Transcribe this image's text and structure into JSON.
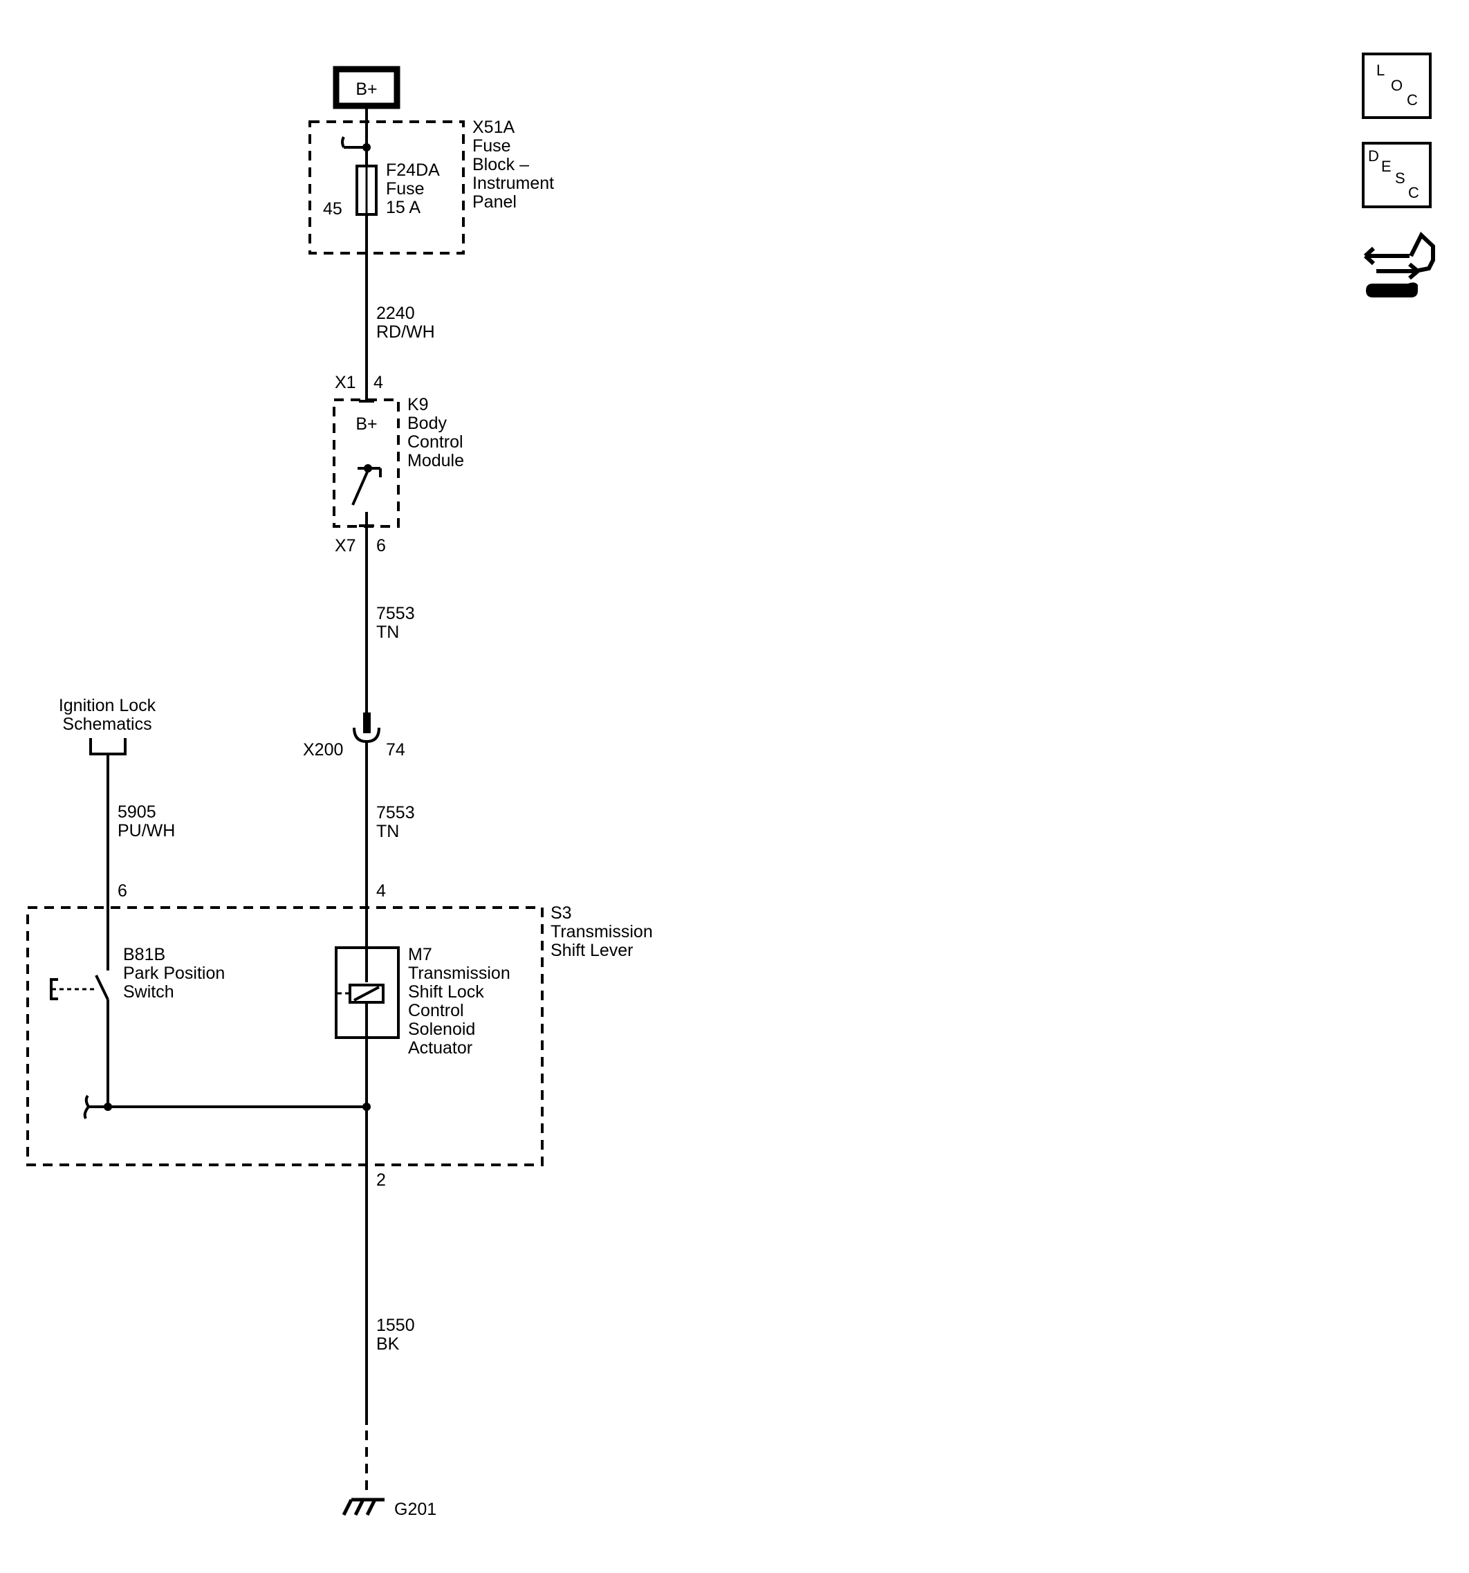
{
  "power": {
    "label": "B+"
  },
  "fuse_block": {
    "id": "X51A",
    "name_lines": [
      "Fuse",
      "Block –",
      "Instrument",
      "Panel"
    ],
    "fuse_id": "F24DA",
    "fuse_name": "Fuse",
    "fuse_rating": "15 A",
    "pin": "45"
  },
  "wire_2240": {
    "circuit": "2240",
    "color": "RD/WH"
  },
  "bcm": {
    "id": "K9",
    "name_lines": [
      "Body",
      "Control",
      "Module"
    ],
    "inner_label": "B+",
    "conn_in": "X1",
    "pin_in": "4",
    "conn_out": "X7",
    "pin_out": "6"
  },
  "wire_7553_upper": {
    "circuit": "7553",
    "color": "TN"
  },
  "inline_connector": {
    "id": "X200",
    "pin": "74"
  },
  "wire_7553_lower": {
    "circuit": "7553",
    "color": "TN"
  },
  "ignition_ref": {
    "lines": [
      "Ignition Lock",
      "Schematics"
    ]
  },
  "wire_5905": {
    "circuit": "5905",
    "color": "PU/WH"
  },
  "shift_lever": {
    "id": "S3",
    "name_lines": [
      "Transmission",
      "Shift Lever"
    ],
    "pin_switch": "6",
    "pin_solenoid": "4",
    "pin_ground": "2"
  },
  "park_switch": {
    "id": "B81B",
    "name_lines": [
      "Park Position",
      "Switch"
    ]
  },
  "solenoid": {
    "id": "M7",
    "name_lines": [
      "Transmission",
      "Shift Lock",
      "Control",
      "Solenoid",
      "Actuator"
    ]
  },
  "wire_1550": {
    "circuit": "1550",
    "color": "BK"
  },
  "ground": {
    "id": "G201"
  },
  "side_icons": {
    "loc": {
      "letters": [
        "L",
        "O",
        "C"
      ]
    },
    "desc": {
      "letters": [
        "D",
        "E",
        "S",
        "C"
      ]
    },
    "connector_icon": "connector-wrench-icon"
  }
}
